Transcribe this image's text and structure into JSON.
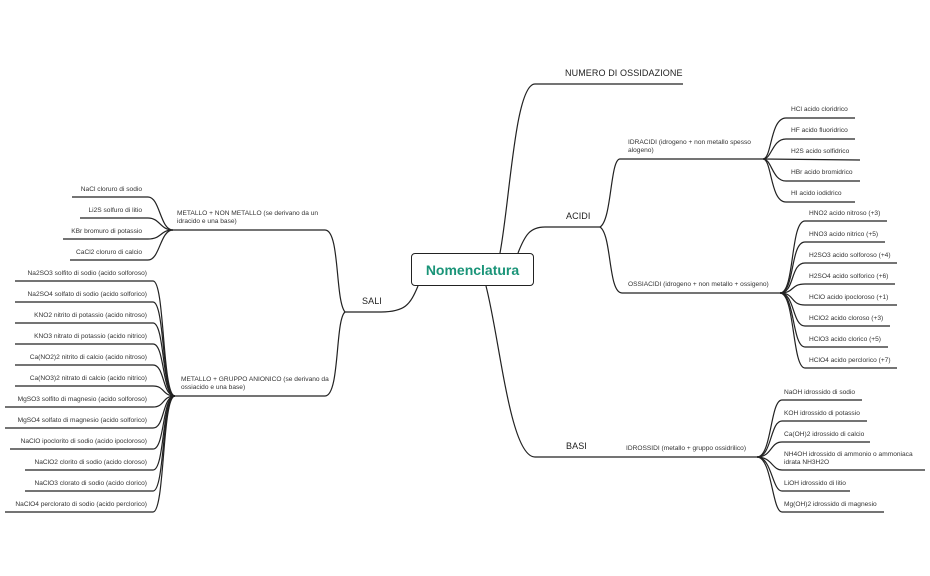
{
  "root": {
    "title": "Nomenclatura",
    "color": "#1a9478"
  },
  "branches": {
    "numero": {
      "label": "NUMERO DI OSSIDAZIONE"
    },
    "acidi": {
      "label": "ACIDI",
      "idracidi": {
        "label": "IDRACIDI (idrogeno + non metallo spesso alogeno)",
        "items": [
          "HCl acido cloridrico",
          "HF acido fluoridrico",
          "H2S acido solfidrico",
          "HBr acido bromidrico",
          "HI acido iodidrico"
        ]
      },
      "ossiacidi": {
        "label": "OSSIACIDI (idrogeno + non metallo + ossigeno)",
        "items": [
          "HNO2 acido nitroso (+3)",
          "HNO3 acido nitrico (+5)",
          "H2SO3 acido solforoso (+4)",
          "H2SO4 acido solforico (+6)",
          "HClO acido ipocloroso (+1)",
          "HClO2 acido cloroso (+3)",
          "HClO3 acido clorico (+5)",
          "HClO4 acido perclorico (+7)"
        ]
      }
    },
    "basi": {
      "label": "BASI",
      "idrossidi": {
        "label": "IDROSSIDI (metallo + gruppo ossidrilico)",
        "items": [
          "NaOH idrossido di sodio",
          "KOH idrossido di potassio",
          "Ca(OH)2 idrossido di calcio",
          "NH4OH idrossido di ammonio o ammoniaca idrata NH3H2O",
          "LiOH idrossido di litio",
          "Mg(OH)2 idrossido di magnesio"
        ]
      }
    },
    "sali": {
      "label": "SALI",
      "metallo_non_metallo": {
        "label": "METALLO + NON METALLO (se derivano da un idracido e una base)",
        "items": [
          "NaCl cloruro di sodio",
          "Li2S solfuro di litio",
          "KBr bromuro di potassio",
          "CaCl2 cloruro di calcio"
        ]
      },
      "metallo_gruppo_anionico": {
        "label": "METALLO + GRUPPO ANIONICO (se derivano da ossiacido e una base)",
        "items": [
          "Na2SO3 solfito di sodio (acido solforoso)",
          "Na2SO4 solfato di sodio (acido solforico)",
          "KNO2 nitrito di potassio (acido nitroso)",
          "KNO3 nitrato di potassio (acido nitrico)",
          "Ca(NO2)2 nitrito di calcio (acido nitroso)",
          "Ca(NO3)2 nitrato di calcio (acido nitrico)",
          "MgSO3 solfito di magnesio (acido solforoso)",
          "MgSO4 solfato di magnesio (acido solforico)",
          "NaClO ipoclorito di sodio (acido ipocloroso)",
          "NaClO2 clorito di sodio (acido cloroso)",
          "NaClO3 clorato di sodio (acido clorico)",
          "NaClO4 perclorato di sodio (acido perclorico)"
        ]
      }
    }
  }
}
